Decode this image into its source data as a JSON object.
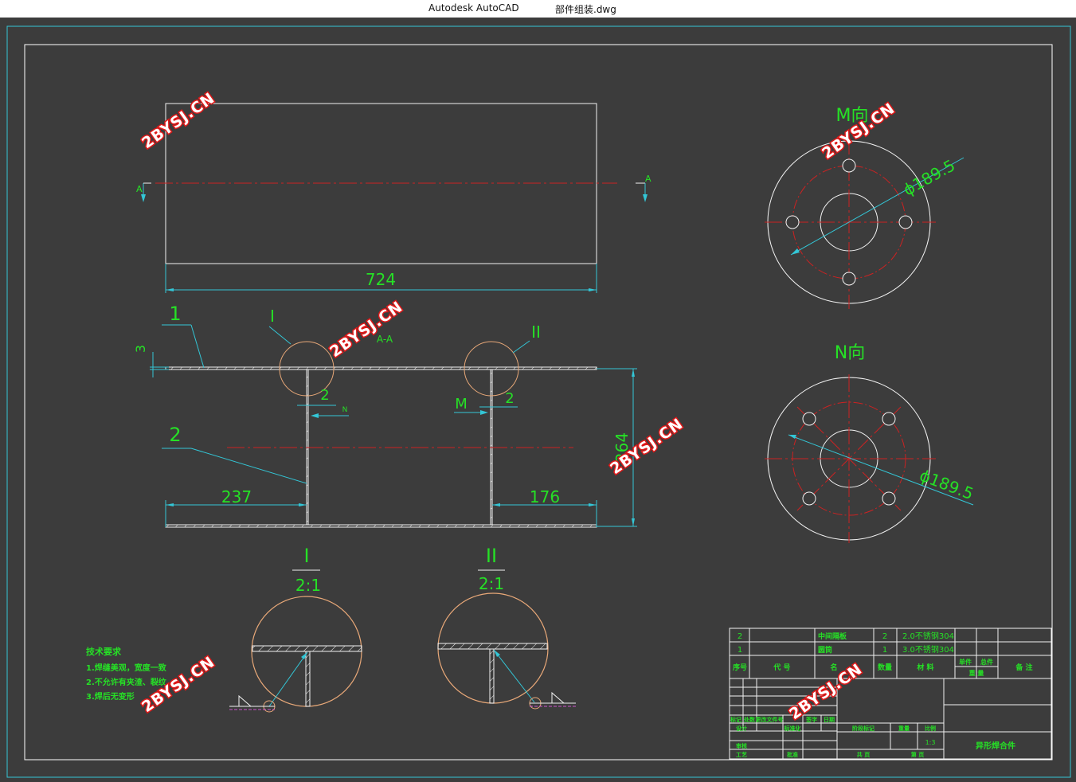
{
  "window": {
    "app_name": "Autodesk AutoCAD",
    "file_name": "部件组装.dwg"
  },
  "colors": {
    "background": "#3c3c3c",
    "frame": "#ffffff",
    "border": "#33c6d6",
    "object": "#f2f2f2",
    "dimension": "#26e026",
    "centerline": "#cc2222",
    "detail_circle": "#e8a878",
    "leader": "#36c6d6",
    "text_table": "#26e026",
    "watermark_outline": "#e01818"
  },
  "top_view": {
    "width_dim": "724",
    "section_mark_left": "A",
    "section_mark_right": "A"
  },
  "section_view": {
    "title": "A-A",
    "part_label_1": "1",
    "part_label_2": "2",
    "thickness_dim": "3",
    "detail_label_1": "I",
    "detail_label_2": "II",
    "weld_dim_1": "2",
    "weld_dim_2": "2",
    "view_arrow_n": "N",
    "view_arrow_m": "M",
    "left_dim": "237",
    "right_dim": "176",
    "height_dim": "264"
  },
  "view_m": {
    "title": "M向",
    "diameter": "ϕ189.5"
  },
  "view_n": {
    "title": "N向",
    "diameter": "ϕ189.5"
  },
  "detail_1": {
    "label": "I",
    "scale": "2:1"
  },
  "detail_2": {
    "label": "II",
    "scale": "2:1"
  },
  "tech_requirements": {
    "title": "技术要求",
    "items": [
      "1.焊缝美观，宽度一致",
      "2.不允许有夹渣、裂纹",
      "3.焊后无变形"
    ]
  },
  "title_block": {
    "rows": [
      {
        "no": "2",
        "code": "",
        "name": "中间隔板",
        "qty": "2",
        "material": "2.0不锈钢304"
      },
      {
        "no": "1",
        "code": "",
        "name": "圆筒",
        "qty": "1",
        "material": "3.0不锈钢304"
      }
    ],
    "header": {
      "no": "序号",
      "code": "代  号",
      "name": "名",
      "qty": "数量",
      "material": "材  料",
      "weight_single": "单件",
      "weight_total": "总件",
      "weight_sub": "重  量",
      "remark": "备  注"
    },
    "labels": {
      "mark": "标记",
      "zones": "处数",
      "change_doc": "更改文件号",
      "signature": "签字",
      "date": "日期",
      "designer": "设计",
      "standardization": "标准化",
      "stage_mark": "阶段标记",
      "weight": "重量",
      "scale": "比例",
      "review": "审核",
      "process": "工艺",
      "approve": "批准",
      "sheets_total": "共  页",
      "sheet_no": "第  页"
    },
    "scale_value": "1:3",
    "drawing_name": "异形焊合件"
  },
  "watermark": "2BYSJ.CN"
}
